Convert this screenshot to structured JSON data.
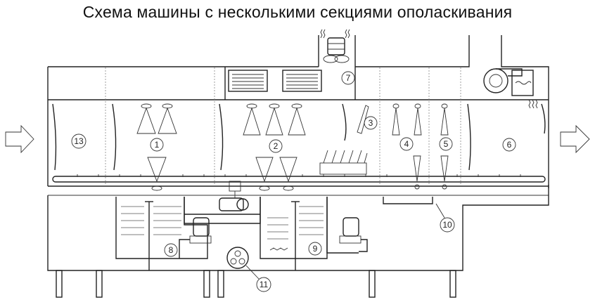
{
  "title": "Схема машины с несколькими секциями ополаскивания",
  "labels": [
    "1",
    "2",
    "3",
    "4",
    "5",
    "6",
    "7",
    "8",
    "9",
    "10",
    "11",
    "13"
  ]
}
